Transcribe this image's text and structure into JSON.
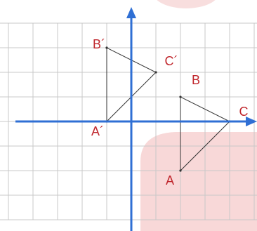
{
  "colors": {
    "background": "#ffffff",
    "grid": "#c8c8c8",
    "axis": "#2f6fd4",
    "triangle": "#333333",
    "label": "#c0272d",
    "watermark": "#f6d2d2"
  },
  "grid": {
    "x_min": -6,
    "x_max": 6,
    "y_min": -4,
    "y_max": 4
  },
  "points": {
    "A": {
      "label": "A",
      "x": 2,
      "y": -2
    },
    "B": {
      "label": "B",
      "x": 2,
      "y": 1
    },
    "C": {
      "label": "C",
      "x": 4,
      "y": 0
    },
    "A_prime": {
      "label": "A´",
      "x": -1,
      "y": 0
    },
    "B_prime": {
      "label": "B´",
      "x": -1,
      "y": 3
    },
    "C_prime": {
      "label": "C´",
      "x": 1,
      "y": 2
    }
  }
}
